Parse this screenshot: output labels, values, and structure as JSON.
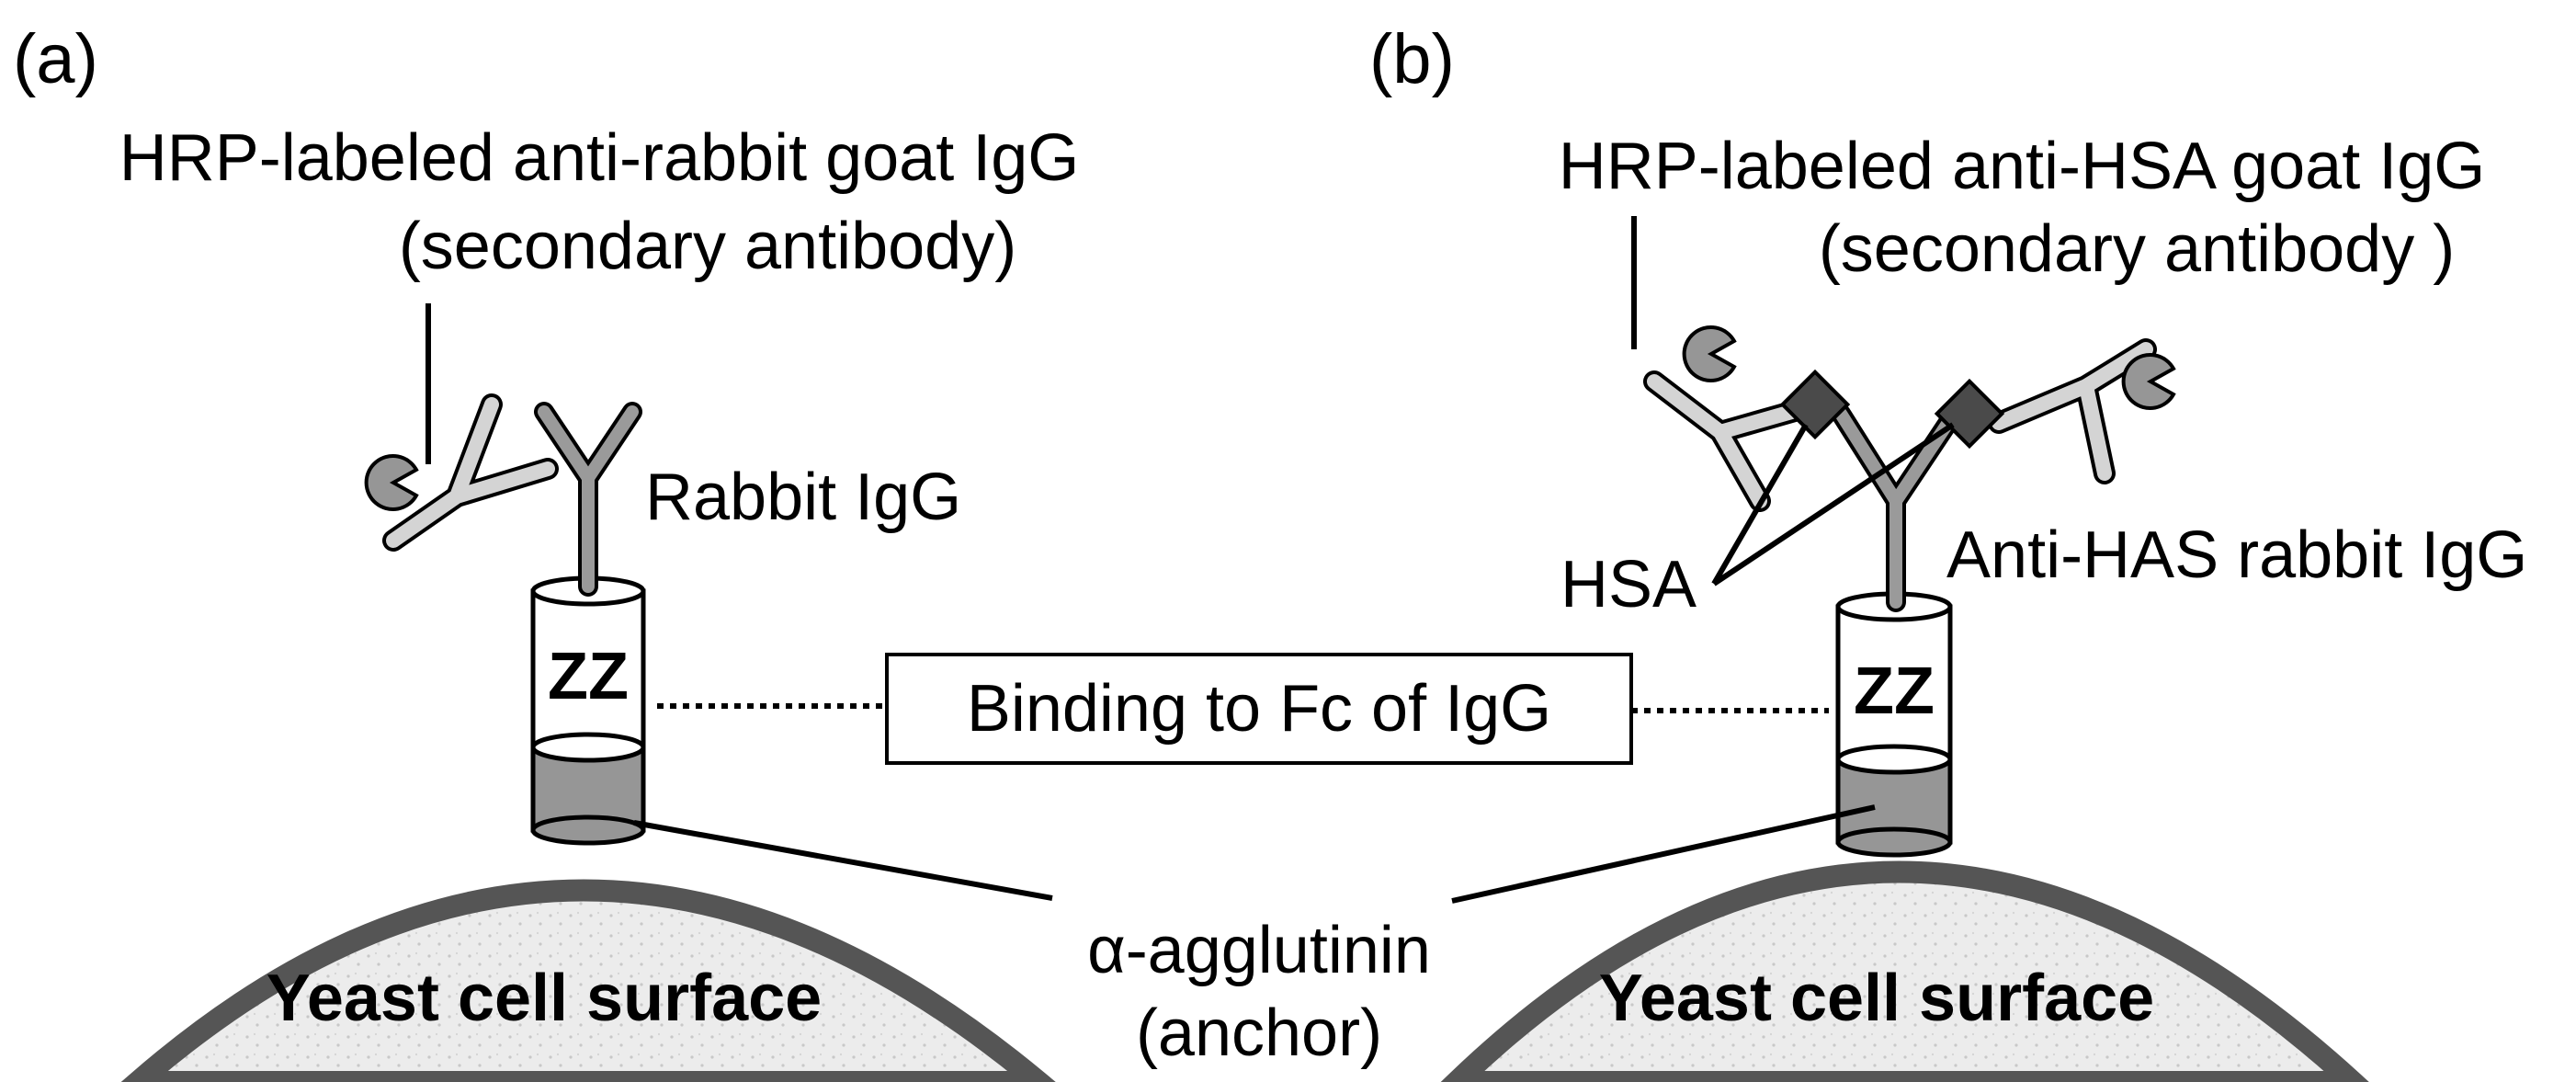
{
  "panels": {
    "a": {
      "tag": "(a)",
      "secondary_line1": "HRP-labeled anti-rabbit goat IgG",
      "secondary_line2": "(secondary antibody)",
      "primary_label": "Rabbit IgG",
      "zz_label": "ZZ",
      "cell_label": "Yeast cell surface"
    },
    "b": {
      "tag": "(b)",
      "secondary_line1": "HRP-labeled anti-HSA goat IgG",
      "secondary_line2": "(secondary antibody )",
      "antigen_label": "HSA",
      "primary_label": "Anti-HAS rabbit IgG",
      "zz_label": "ZZ",
      "cell_label": "Yeast cell surface"
    }
  },
  "center": {
    "binding_box": "Binding to Fc of IgG",
    "anchor_line1": "α-agglutinin",
    "anchor_line2": "(anchor)"
  },
  "colors": {
    "cell_fill": "#ececec",
    "cell_border": "#555555",
    "antibody_gray": "#9a9a9a",
    "secondary_light": "#d4d4d4",
    "hsa_dark": "#4a4a4a",
    "anchor_gray": "#969696"
  },
  "icons": {
    "hrp": "pacman-enzyme",
    "hsa": "diamond"
  }
}
